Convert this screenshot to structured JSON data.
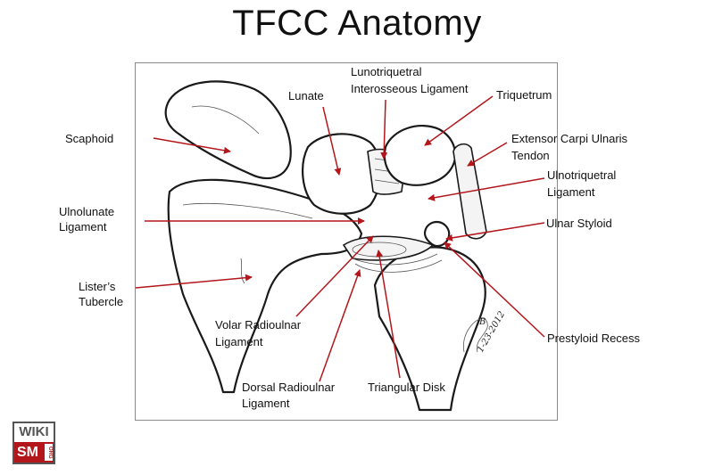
{
  "title": "TFCC Anatomy",
  "labels": {
    "scaphoid": "Scaphoid",
    "lunate": "Lunate",
    "lunotriquetral_1": "Lunotriquetral",
    "lunotriquetral_2": "Interosseous Ligament",
    "triquetrum": "Triquetrum",
    "ecu_1": "Extensor Carpi Ulnaris",
    "ecu_2": "Tendon",
    "ulnotriquetral_1": "Ulnotriquetral",
    "ulnotriquetral_2": "Ligament",
    "ulnolunate_1": "Ulnolunate",
    "ulnolunate_2": "Ligament",
    "ulnar_styloid": "Ulnar Styloid",
    "listers_1": "Lister’s",
    "listers_2": "Tubercle",
    "volar_1": "Volar Radioulnar",
    "volar_2": "Ligament",
    "prestyloid": "Prestyloid Recess",
    "dorsal_1": "Dorsal Radioulnar",
    "dorsal_2": "Ligament",
    "triangular_disk": "Triangular Disk"
  },
  "signature": {
    "initial": "B",
    "date": "1-23-2012"
  },
  "logo": {
    "top": "WIKI",
    "bottom": "SM",
    "side": "ORG"
  },
  "colors": {
    "arrow": "#b3161b",
    "logo_accent": "#b3161b",
    "frame": "#8a8a8a"
  }
}
